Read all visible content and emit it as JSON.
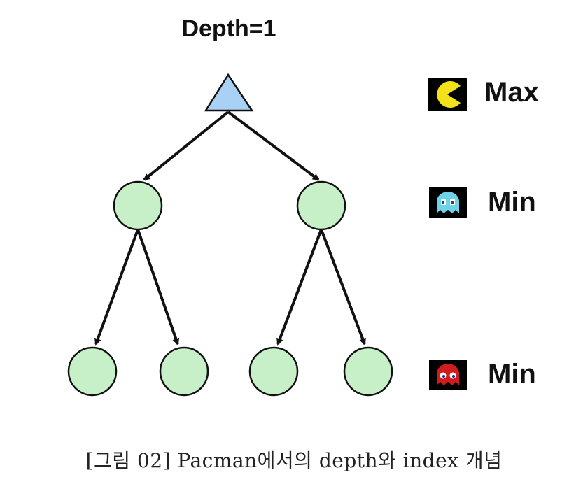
{
  "title": "Depth=1",
  "levels": [
    {
      "label": "Max",
      "icon": "pacman-icon"
    },
    {
      "label": "Min",
      "icon": "blue-ghost-icon"
    },
    {
      "label": "Min",
      "icon": "red-ghost-icon"
    }
  ],
  "caption": "[그림 02] Pacman에서의 depth와 index 개념",
  "colors": {
    "root_fill": "#a9d1f5",
    "node_fill": "#c8f0c8",
    "stroke": "#111111",
    "pacman": "#f3e21a",
    "ghost_blue": "#6fd3e8",
    "ghost_red": "#cf1d1d"
  },
  "tree": {
    "root": "max",
    "children": [
      {
        "node": "min",
        "children": [
          {
            "node": "min"
          },
          {
            "node": "min"
          }
        ]
      },
      {
        "node": "min",
        "children": [
          {
            "node": "min"
          },
          {
            "node": "min"
          }
        ]
      }
    ]
  }
}
